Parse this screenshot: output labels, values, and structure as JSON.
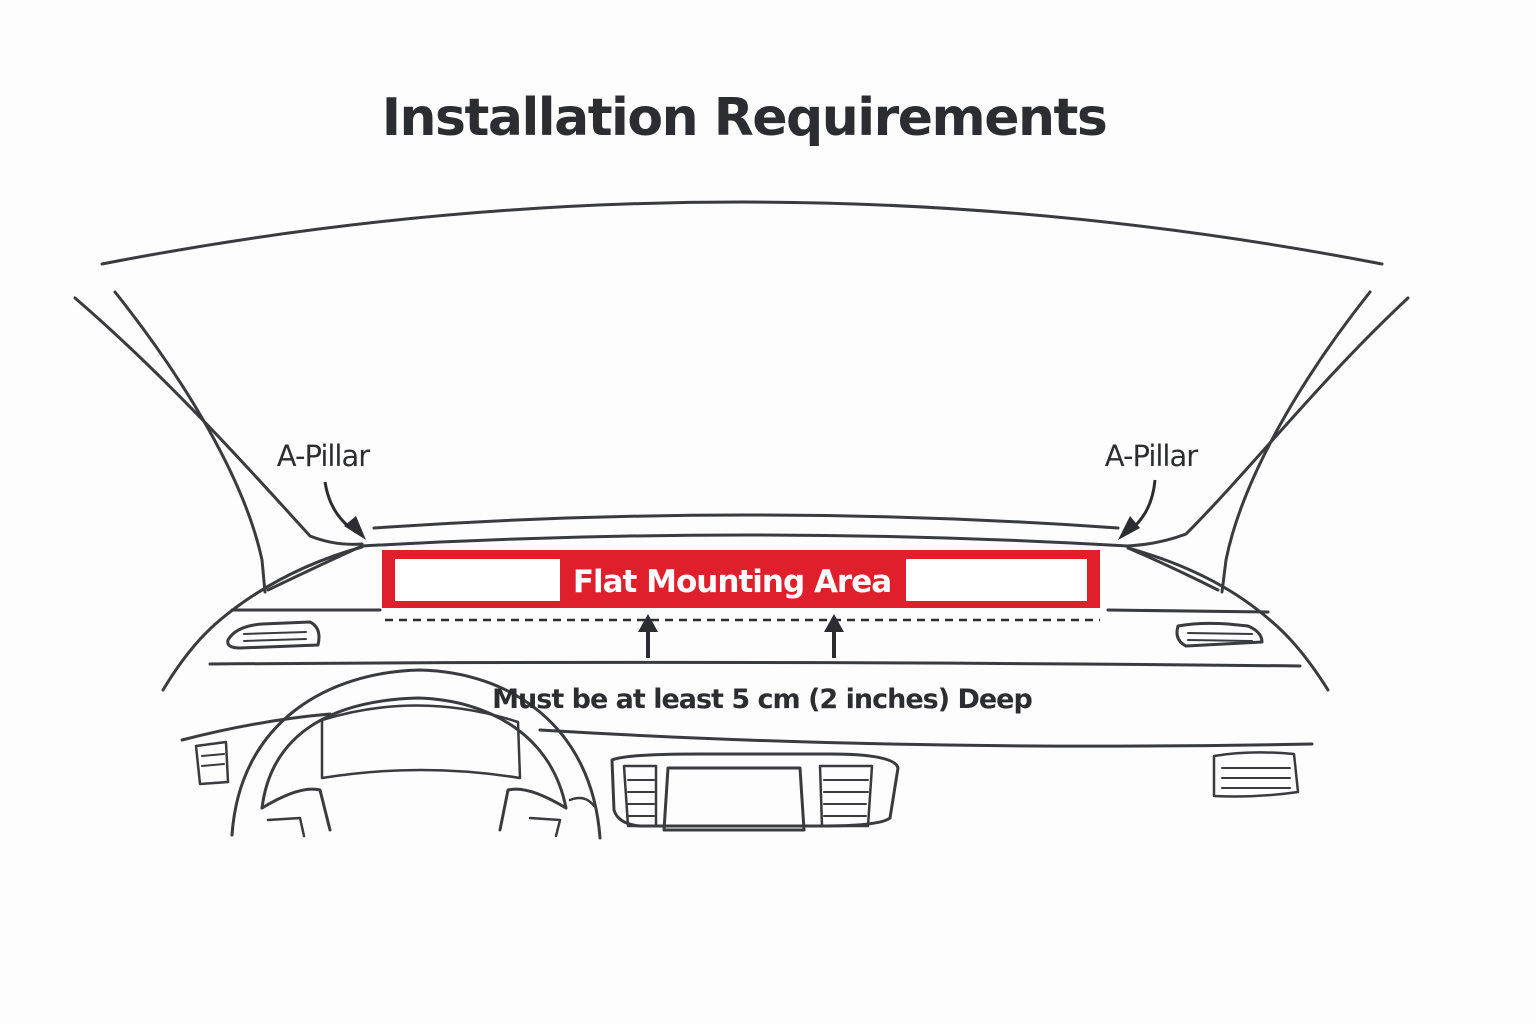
{
  "title": "Installation Requirements",
  "labels": {
    "a_pillar_left": "A-Pillar",
    "a_pillar_right": "A-Pillar",
    "mounting_area": "Flat Mounting Area",
    "depth_note": "Must be at least 5 cm (2 inches) Deep"
  },
  "colors": {
    "line": "#3a3b3e",
    "accent": "#e01f2d",
    "text": "#2c2d30"
  }
}
